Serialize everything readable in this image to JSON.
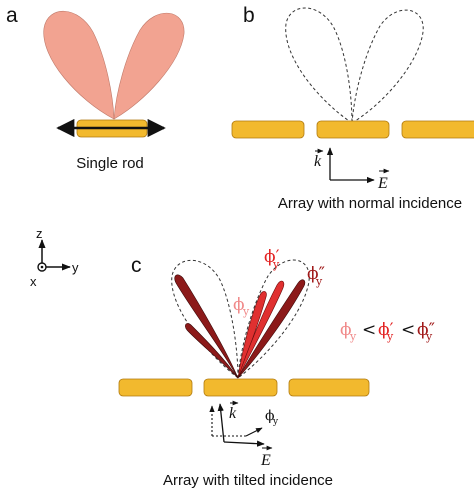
{
  "panels": {
    "a": {
      "letter": "a",
      "caption": "Single rod"
    },
    "b": {
      "letter": "b",
      "caption": "Array with normal incidence",
      "k_label": "k",
      "e_label": "E"
    },
    "c": {
      "letter": "c",
      "caption": "Array with tilted incidence",
      "k_label": "k",
      "e_label": "E",
      "phi_label": "ϕ",
      "phi_sub": "y"
    }
  },
  "axes": {
    "z": "z",
    "y": "y",
    "x": "x"
  },
  "phase_labels": {
    "phi": "ϕ",
    "phi_prime": "ϕ′",
    "phi_double_prime": "ϕ″",
    "sub": "y",
    "inequality": {
      "lt1": "<",
      "lt2": "<"
    }
  },
  "colors": {
    "rod": "#F2B92E",
    "rod_stroke": "#B07A10",
    "lobe_pink": "#F2A391",
    "lobe_dark": "#8C1A1A",
    "lobe_red": "#E03030",
    "phi_pink": "#F08A8A",
    "phi_red": "#E32222",
    "phi_dark": "#A01818"
  }
}
